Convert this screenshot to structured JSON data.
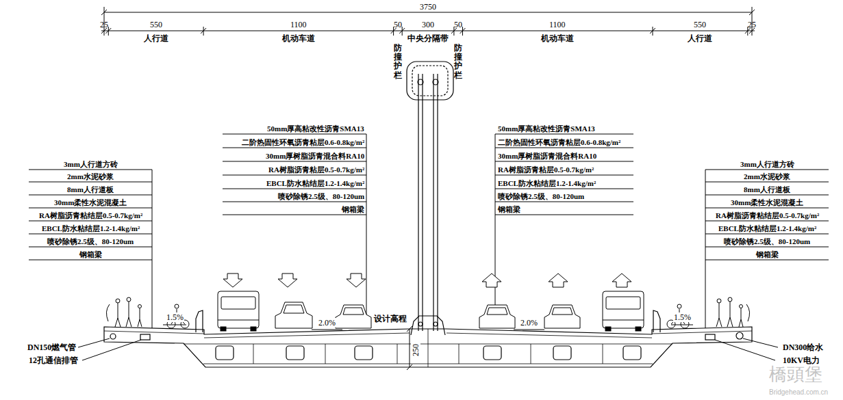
{
  "diagram": {
    "labels": [
      "3750",
      "25",
      "550",
      "1100",
      "50",
      "300",
      "50",
      "1100",
      "550",
      "25",
      "人行道",
      "机动车道",
      "防撞护栏",
      "中央分隔带",
      "防撞护栏",
      "机动车道",
      "人行道",
      "50mm厚高粘改性沥青SMA13",
      "二阶热固性环氧沥青粘层0.6-0.8kg/m²",
      "30mm厚树脂沥青混合料RA10",
      "RA树脂沥青粘层0.5-0.7kg/m²",
      "EBCL防水粘结层1.2-1.4kg/m²",
      "喷砂除锈2.5级、80-120um",
      "钢箱梁",
      "50mm厚高粘改性沥青SMA13",
      "二阶热固性环氧沥青粘层0.6-0.8kg/m²",
      "30mm厚树脂沥青混合料RA10",
      "RA树脂沥青粘层0.5-0.7kg/m²",
      "EBCL防水粘结层1.2-1.4kg/m²",
      "喷砂除锈2.5级、80-120um",
      "钢箱梁",
      "3mm人行道方砖",
      "2mm水泥砂浆",
      "8mm人行道板",
      "30mm柔性水泥混凝土",
      "RA树脂沥青粘结层0.5-0.7kg/m²",
      "EBCL防水粘结层1.2-1.4kg/m²",
      "喷砂除锈2.5级、80-120um",
      "钢箱梁",
      "3mm人行道方砖",
      "2mm水泥砂浆",
      "8mm人行道板",
      "30mm柔性水泥混凝土",
      "RA树脂沥青粘结层0.5-0.7kg/m²",
      "EBCL防水粘结层1.2-1.4kg/m²",
      "喷砂除锈2.5级、80-120um",
      "钢箱梁",
      "1.5%",
      "2.0%",
      "设计高程",
      "2.0%",
      "1.5%",
      "250",
      "DN150燃气管",
      "12孔通信排管",
      "DN300给水",
      "10KV电力",
      "橋頭堡",
      "Bridgehead.com.cn"
    ]
  }
}
